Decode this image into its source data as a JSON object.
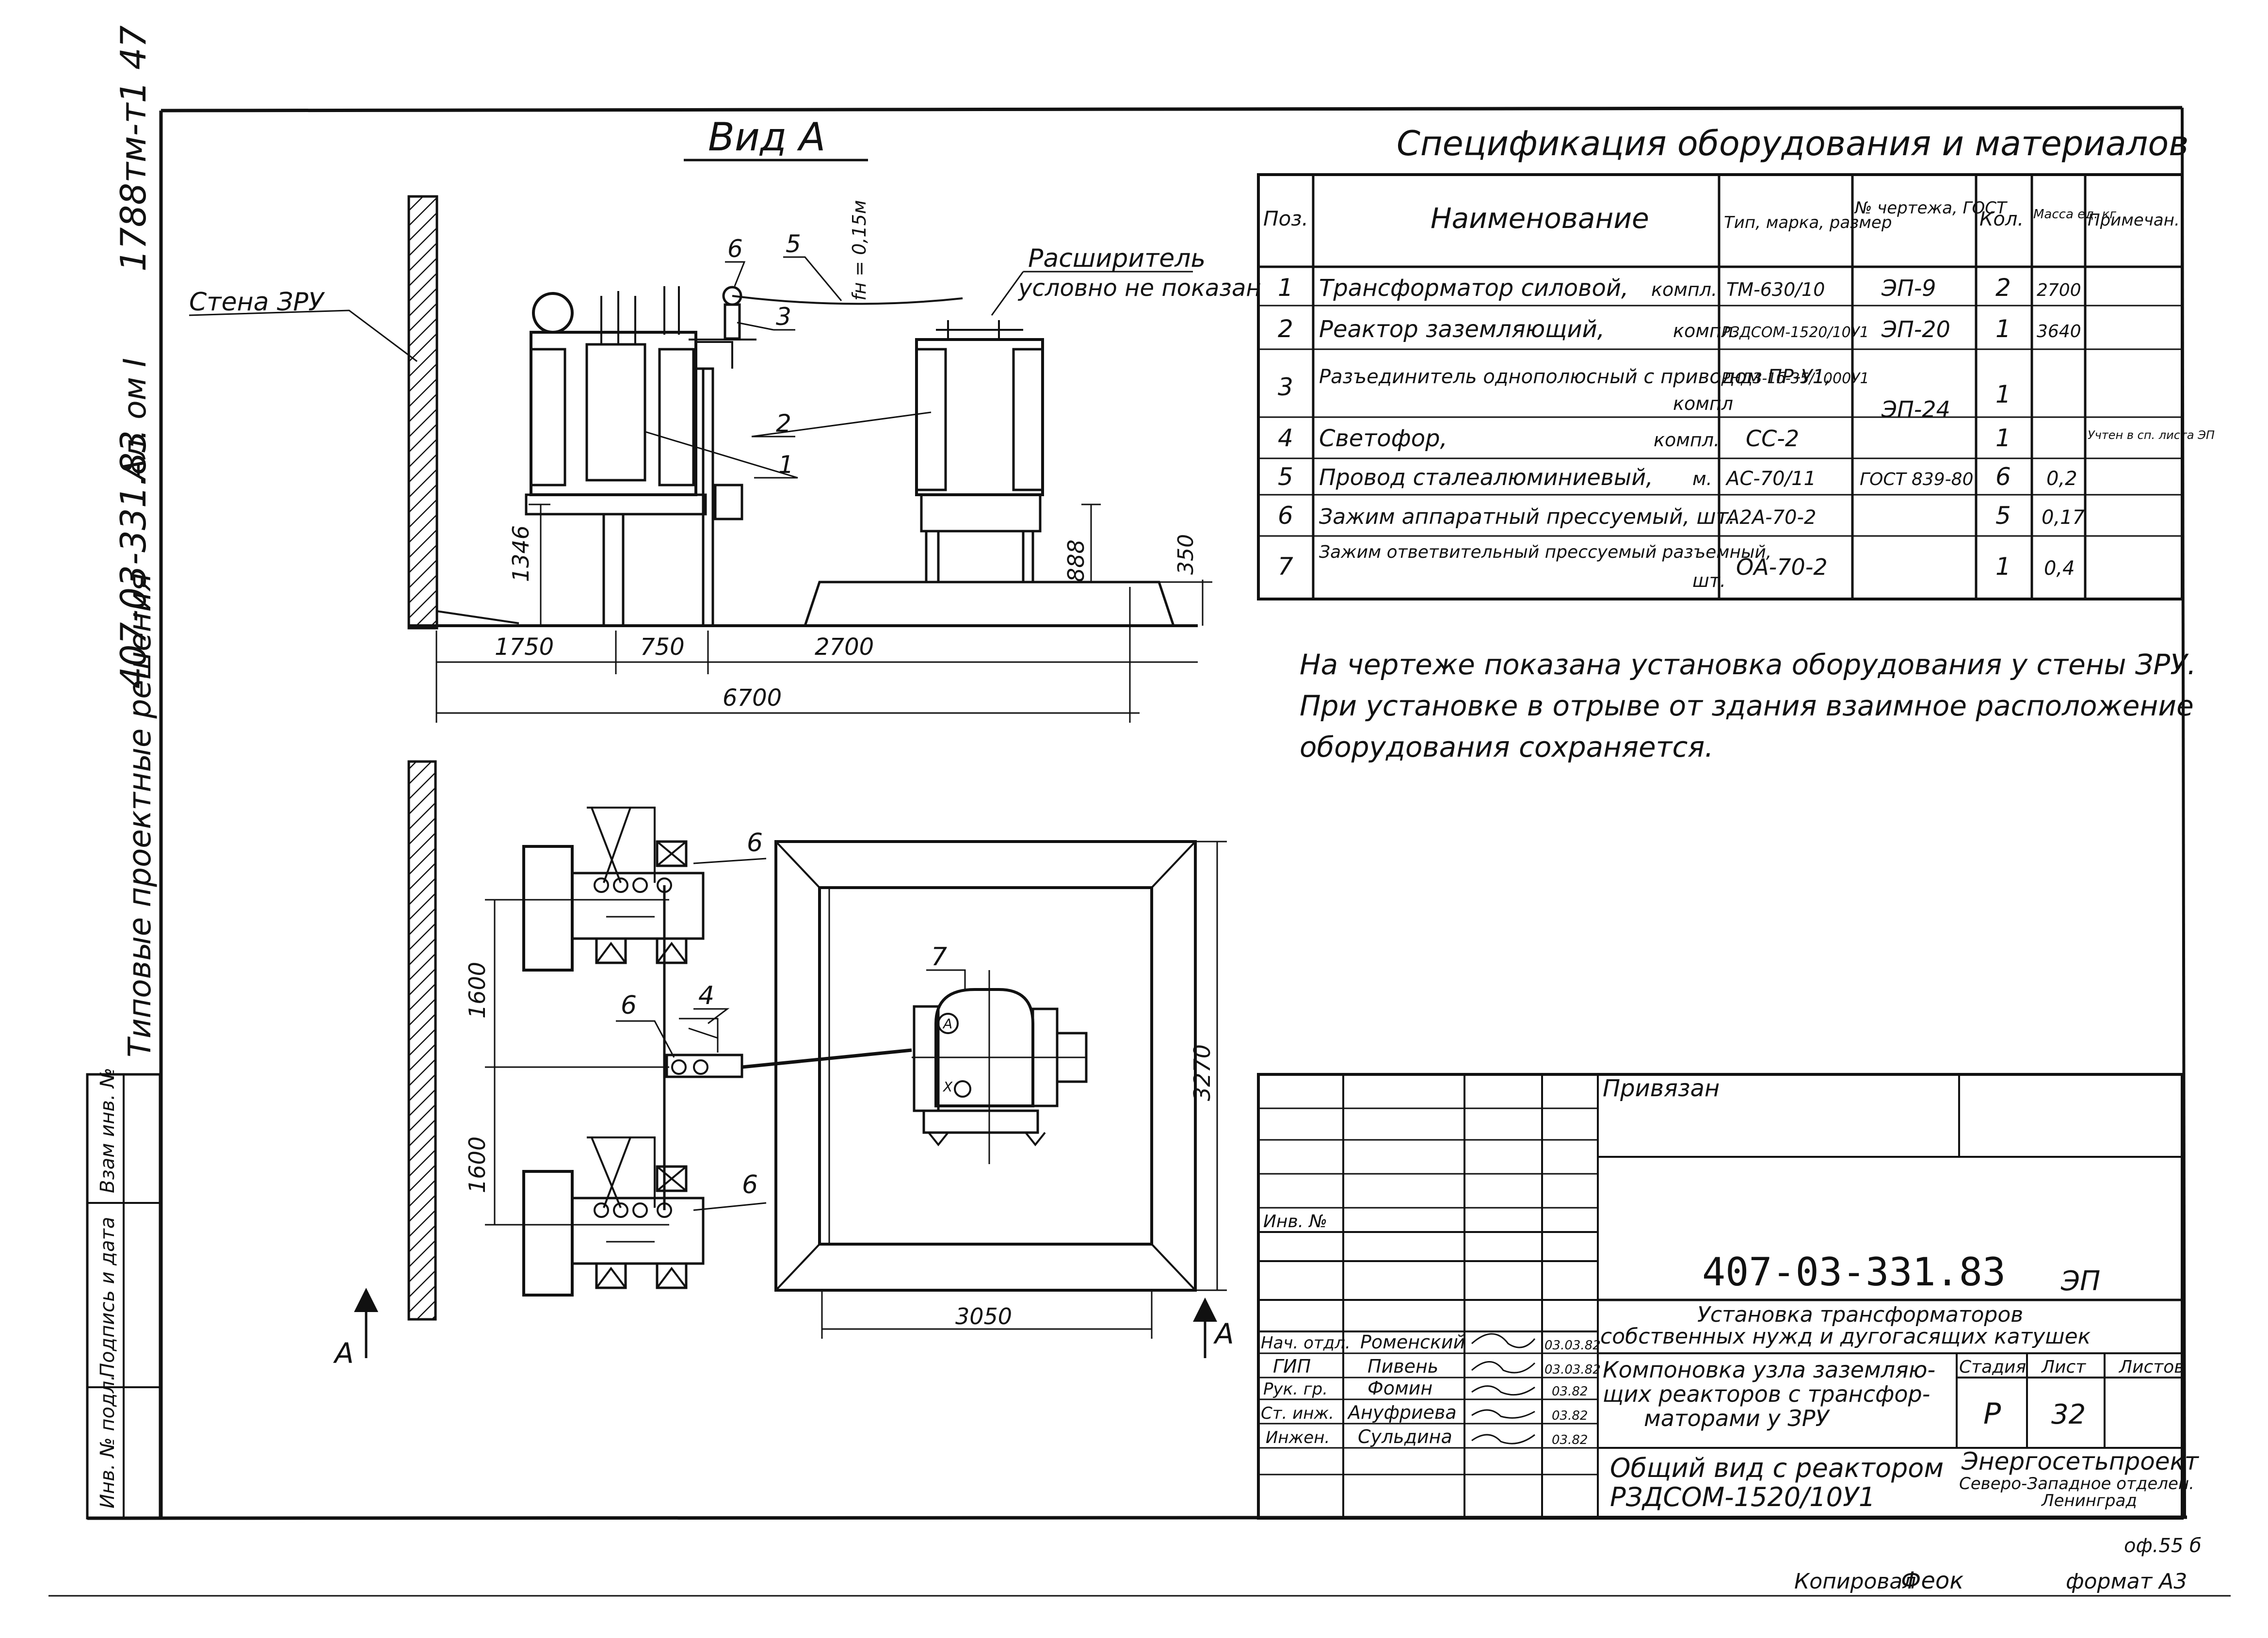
{
  "margin": {
    "doc_code_vertical": "1788тм-т1 47",
    "series_vertical": "407-03-331.83",
    "album_vertical": "Ал. ом I",
    "typical_vertical": "Типовые проектные решения"
  },
  "stamp_side": {
    "inv_orig": "Инв. № подл.",
    "sign_date": "Подпись и дата",
    "replace_inv": "Взам инв. №"
  },
  "view_a": {
    "title": "Вид А",
    "wall_label": "Стена ЗРУ",
    "expander_line1": "Расширитель",
    "expander_line2": "условно не показан",
    "fh": "fн = 0,15м",
    "callouts": [
      "1",
      "2",
      "3",
      "5",
      "6"
    ],
    "dims": {
      "d1750": "1750",
      "d750": "750",
      "d2700": "2700",
      "d6700": "6700",
      "d1346": "1346",
      "d888": "888",
      "d350": "350"
    }
  },
  "plan": {
    "arrow_label": "А",
    "callouts": [
      "6",
      "6",
      "6",
      "4",
      "7"
    ],
    "dims": {
      "d1600a": "1600",
      "d1600b": "1600",
      "d3270": "3270",
      "d3050": "3050"
    },
    "marks": [
      "А",
      "X"
    ]
  },
  "spec": {
    "title": "Спецификация оборудования и материалов",
    "headers": [
      "Поз.",
      "Наименование",
      "Тип, марка, размер",
      "№ чертежа, ГОСТ",
      "Кол.",
      "Масса ед. кг",
      "Примечан."
    ],
    "rows": [
      {
        "pos": "1",
        "name": "Трансформатор силовой,",
        "unit": "компл.",
        "type": "ТМ-630/10",
        "doc": "ЭП-9",
        "qty": "2",
        "mass": "2700",
        "note": ""
      },
      {
        "pos": "2",
        "name": "Реактор заземляющий,",
        "unit": "компл.",
        "type": "РЗДСОМ-1520/10У1",
        "doc": "ЭП-20",
        "qty": "1",
        "mass": "3640",
        "note": ""
      },
      {
        "pos": "3",
        "name": "Разъединитель однополюсный с приводом ПР-У1,",
        "unit": "компл",
        "type": "РНДЗ-1б-35/1000У1",
        "doc": "ЭП-24",
        "qty": "1",
        "mass": "",
        "note": ""
      },
      {
        "pos": "4",
        "name": "Светофор,",
        "unit": "компл.",
        "type": "СС-2",
        "doc": "",
        "qty": "1",
        "mass": "",
        "note": "Учтен в сп. листа ЭП"
      },
      {
        "pos": "5",
        "name": "Провод сталеалюминиевый,",
        "unit": "м.",
        "type": "АС-70/11",
        "doc": "ГОСТ 839-80",
        "qty": "6",
        "mass": "0,2",
        "note": ""
      },
      {
        "pos": "6",
        "name": "Зажим аппаратный прессуемый, шт.",
        "unit": "",
        "type": "А2А-70-2",
        "doc": "",
        "qty": "5",
        "mass": "0,17",
        "note": ""
      },
      {
        "pos": "7",
        "name": "Зажим ответвительный прессуемый разъемный,",
        "unit": "шт.",
        "type": "ОА-70-2",
        "doc": "",
        "qty": "1",
        "mass": "0,4",
        "note": ""
      }
    ]
  },
  "notes": {
    "line1": "На чертеже показана установка оборудования у стены ЗРУ.",
    "line2": "При установке в отрыве от здания взаимное расположение",
    "line3": "оборудования сохраняется."
  },
  "title_block": {
    "privyazan": "Привязан",
    "inv_no": "Инв. №",
    "doc_code": "407-03-331.83",
    "doc_mark": "ЭП",
    "project_line1": "Установка трансформаторов",
    "project_line2": "собственных нужд и дугогасящих катушек",
    "sheet_line1": "Компоновка узла заземляю-",
    "sheet_line2": "щих реакторов с трансфор-",
    "sheet_line3": "маторами у ЗРУ",
    "view_line1": "Общий вид с реактором",
    "view_line2": "РЗДСОМ-1520/10У1",
    "stage_label": "Стадия",
    "sheet_label": "Лист",
    "sheets_label": "Листов",
    "stage": "Р",
    "sheet": "32",
    "sheets": "",
    "org_line1": "Энергосетьпроект",
    "org_line2": "Северо-Западное отделен.",
    "org_line3": "Ленинград",
    "staff": [
      {
        "role": "Нач. отдл.",
        "name": "Роменский",
        "date": "03.03.82"
      },
      {
        "role": "ГИП",
        "name": "Пивень",
        "date": "03.03.82"
      },
      {
        "role": "Рук. гр.",
        "name": "Фомин",
        "date": "03.82"
      },
      {
        "role": "Ст. инж.",
        "name": "Ануфриева",
        "date": "03.82"
      },
      {
        "role": "Инжен.",
        "name": "Сульдина",
        "date": "03.82"
      }
    ]
  },
  "footer": {
    "inv_mark": "оф.55 б",
    "copied": "Копировал",
    "copied_sign": "Феок",
    "format": "формат А3"
  }
}
